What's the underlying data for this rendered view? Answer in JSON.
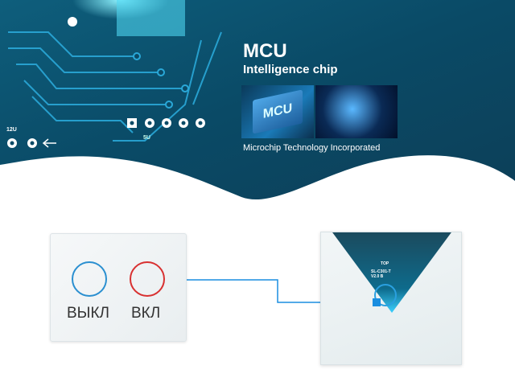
{
  "banner": {
    "title": "MCU",
    "subtitle": "Intelligence chip",
    "chip_label": "MCU",
    "caption": "Microchip Technology Incorporated"
  },
  "pcb": {
    "label_12v": "12U",
    "label_5v": "5U",
    "top_label": "TOP",
    "board_code": "SL-C301-T V2.0 B"
  },
  "switch_panel": {
    "off_label": "ВЫКЛ",
    "on_label": "ВКЛ"
  },
  "colors": {
    "background_dark": "#0b4a66",
    "off_ring": "#2a8fd0",
    "on_ring": "#d83030",
    "connector_line": "#1a8ee0"
  }
}
